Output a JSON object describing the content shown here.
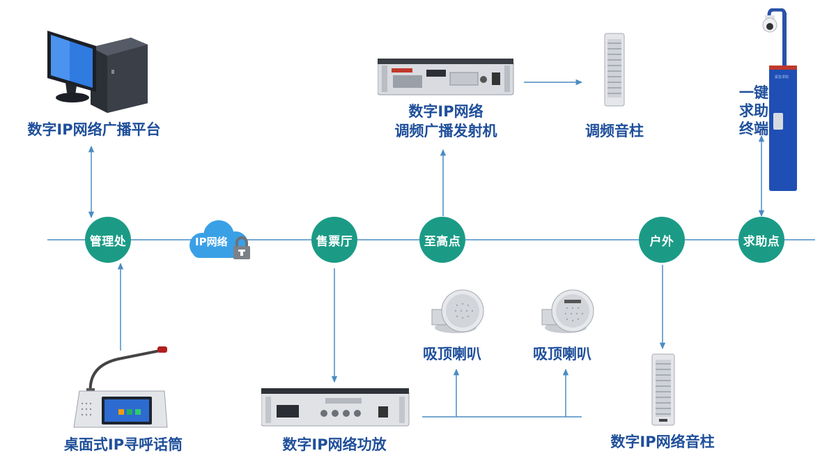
{
  "nodes": {
    "admin": "管理处",
    "ticket_hall": "售票厅",
    "high_point": "至高点",
    "outdoor": "户外",
    "help_point": "求助点"
  },
  "cloud": {
    "text": "IP网络"
  },
  "devices": {
    "platform": {
      "label": "数字IP网络广播平台"
    },
    "fm_transmitter": {
      "label_line1": "数字IP网络",
      "label_line2": "调频广播发射机"
    },
    "fm_column": {
      "label": "调频音柱"
    },
    "help_terminal": {
      "label_line1": "一键",
      "label_line2": "求助",
      "label_line3": "终端"
    },
    "paging_mic": {
      "label": "桌面式IP寻呼话筒"
    },
    "amplifier": {
      "label": "数字IP网络功放"
    },
    "ceiling_speaker_1": {
      "label": "吸顶喇叭"
    },
    "ceiling_speaker_2": {
      "label": "吸顶喇叭"
    },
    "ip_column": {
      "label": "数字IP网络音柱"
    }
  },
  "colors": {
    "line": "#4a8cc3",
    "node": "#1b9b86",
    "label": "#1f4f9a",
    "cloud": "#3aa0e6"
  }
}
